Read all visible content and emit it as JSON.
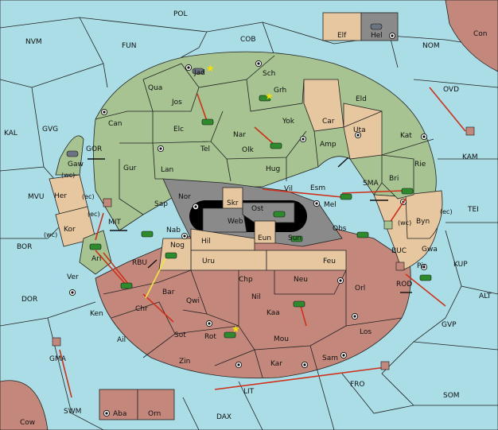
{
  "title": "",
  "colors": {
    "sea": "#aadde6",
    "power_green": "#a6c391",
    "power_red": "#c4877c",
    "neutral_land": "#e6c7a0",
    "impassable": "#8a8a8a",
    "move_order": "#d0301a",
    "support_order": "#f2e640"
  },
  "labels": {
    "pol": "POL",
    "nvm": "NVM",
    "fun": "FUN",
    "cob": "COB",
    "nom": "NOM",
    "con": "Con",
    "elf": "Elf",
    "hel": "Hel",
    "ovd": "OVD",
    "kam": "KAM",
    "kal": "KAL",
    "gvg": "GVG",
    "gor": "GOR",
    "mvu": "MVU",
    "mit": "MIT",
    "bor": "BOR",
    "dor": "DOR",
    "rbu": "RBU",
    "gma": "GMA",
    "swm": "SWM",
    "cow": "Cow",
    "aba": "Aba",
    "orn": "Orn",
    "dax": "DAX",
    "lit": "LIT",
    "fro": "FRO",
    "som": "SOM",
    "gvp": "GVP",
    "alt": "ALT",
    "kup": "KUP",
    "tei": "TEI",
    "buc": "BUC",
    "rod": "ROD",
    "sma": "SMA",
    "jad": "Jad",
    "sch": "Sch",
    "qua": "Qua",
    "jos": "Jos",
    "grh": "Grh",
    "eld": "Eld",
    "can": "Can",
    "elc": "Elc",
    "nar": "Nar",
    "yok": "Yok",
    "car": "Car",
    "uta": "Uta",
    "kat": "Kat",
    "tel": "Tel",
    "olk": "Olk",
    "amp": "Amp",
    "rie": "Rie",
    "gaw": "Gaw",
    "gur": "Gur",
    "lan": "Lan",
    "hug": "Hug",
    "bri": "Bri",
    "her": "Her",
    "vil": "Vil",
    "esm": "Esm",
    "nor": "Nor",
    "sap": "Sap",
    "skr": "Skr",
    "ost": "Ost",
    "mel": "Mel",
    "web": "Web",
    "byn": "Byn",
    "kor": "Kor",
    "nab": "Nab",
    "eun": "Eun",
    "sun": "Sun",
    "obs": "Obs",
    "hil": "Hil",
    "nog": "Nog",
    "gwa": "Gwa",
    "ari": "Ari",
    "uru": "Uru",
    "feu": "Feu",
    "pir": "Pir",
    "ver": "Ver",
    "chp": "Chp",
    "neu": "Neu",
    "bar": "Bar",
    "chr": "Chr",
    "nil": "Nil",
    "orl": "Orl",
    "qwi": "Qwi",
    "ken": "Ken",
    "kaa": "Kaa",
    "rot": "Rot",
    "ail": "Ail",
    "sot": "Sot",
    "mou": "Mou",
    "los": "Los",
    "zin": "Zin",
    "kar": "Kar",
    "sam": "Sam",
    "wc": "(wc)",
    "ec": "(ec)"
  }
}
